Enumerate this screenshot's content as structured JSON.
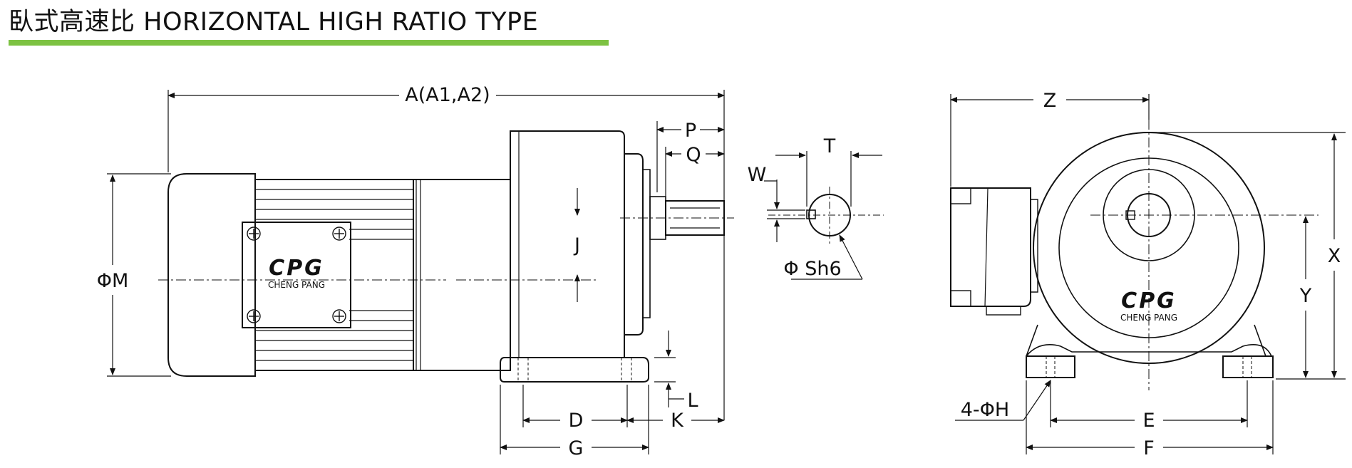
{
  "title": "臥式高速比 HORIZONTAL HIGH RATIO TYPE",
  "colors": {
    "accent": "#7dc242",
    "stroke": "#111111"
  },
  "labels": {
    "A": "A(A1,A2)",
    "P": "P",
    "Q": "Q",
    "J": "J",
    "M": "ΦM",
    "D": "D",
    "G": "G",
    "K": "K",
    "L": "L",
    "W": "W",
    "T": "T",
    "Sh6": "Φ Sh6",
    "Z": "Z",
    "X": "X",
    "Y": "Y",
    "E": "E",
    "F": "F",
    "H": "4-ΦH"
  },
  "brand": {
    "logo": "CPG",
    "name": "CHENG PANG"
  }
}
